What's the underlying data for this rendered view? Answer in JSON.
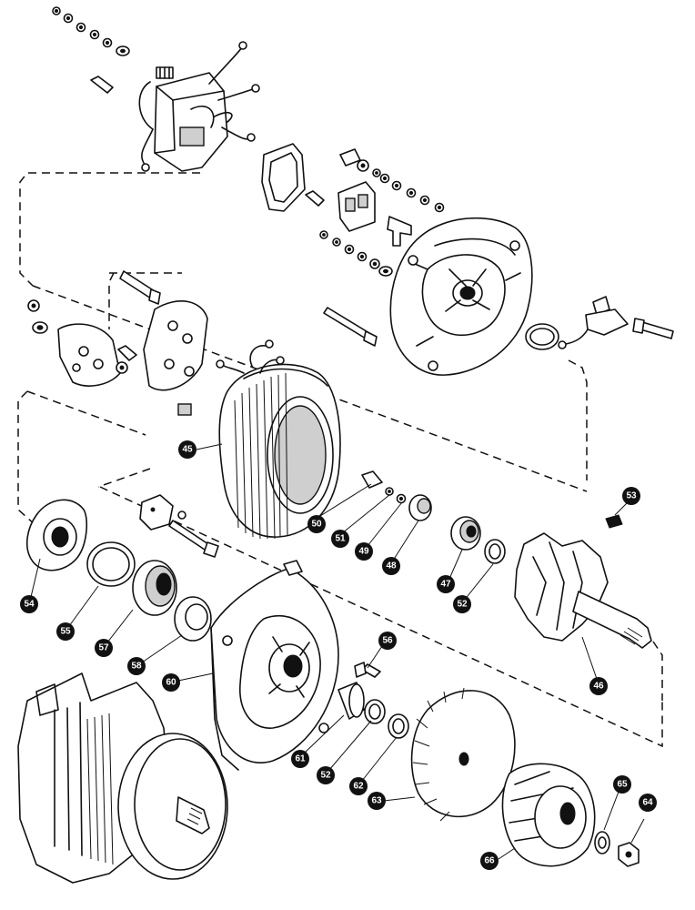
{
  "callouts": {
    "c45": "45",
    "c46": "46",
    "c47": "47",
    "c48": "48",
    "c49": "49",
    "c50": "50",
    "c51": "51",
    "c52a": "52",
    "c52b": "52",
    "c53": "53",
    "c54": "54",
    "c55": "55",
    "c56": "56",
    "c57": "57",
    "c58": "58",
    "c60": "60",
    "c61": "61",
    "c62": "62",
    "c63": "63",
    "c64": "64",
    "c65": "65",
    "c66": "66"
  }
}
